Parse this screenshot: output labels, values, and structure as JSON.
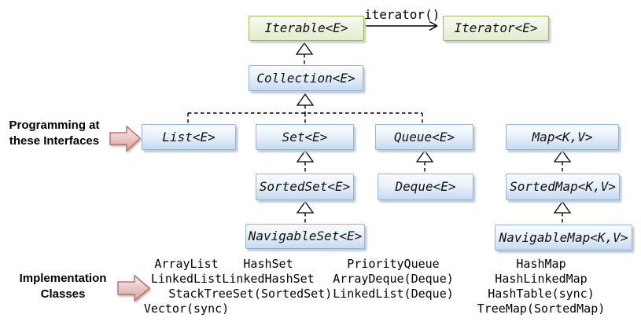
{
  "nodes": {
    "iterable": "Iterable<E>",
    "iterator": "Iterator<E>",
    "collection": "Collection<E>",
    "list": "List<E>",
    "set": "Set<E>",
    "queue": "Queue<E>",
    "map": "Map<K,V>",
    "sorted_set": "SortedSet<E>",
    "deque": "Deque<E>",
    "sorted_map": "SortedMap<K,V>",
    "navigable_set": "NavigableSet<E>",
    "navigable_map": "NavigableMap<K,V>"
  },
  "annotations": {
    "iterator_method": "iterator()",
    "interfaces_label_line1": "Programming at",
    "interfaces_label_line2": "these Interfaces",
    "implementation_label_line1": "Implementation",
    "implementation_label_line2": "Classes"
  },
  "implementations": {
    "list": [
      "ArrayList",
      "LinkedList",
      "Stack",
      "Vector(sync)"
    ],
    "set": [
      "HashSet",
      "LinkedHashSet",
      "TreeSet(SortedSet)"
    ],
    "queue": [
      "PriorityQueue",
      "ArrayDeque(Deque)",
      "LinkedList(Deque)"
    ],
    "map": [
      "HashMap",
      "HashLinkedMap",
      "HashTable(sync)",
      "TreeMap(SortedMap)"
    ]
  },
  "colors": {
    "interface_border": "#95b3d7",
    "interface_fill": "#c6d9f0",
    "class_border": "#9bbb59",
    "class_fill": "#e0ecce",
    "pointer_arrow_fill": "#dda9a7",
    "pointer_arrow_border": "#b97270",
    "line_color": "#000000"
  }
}
